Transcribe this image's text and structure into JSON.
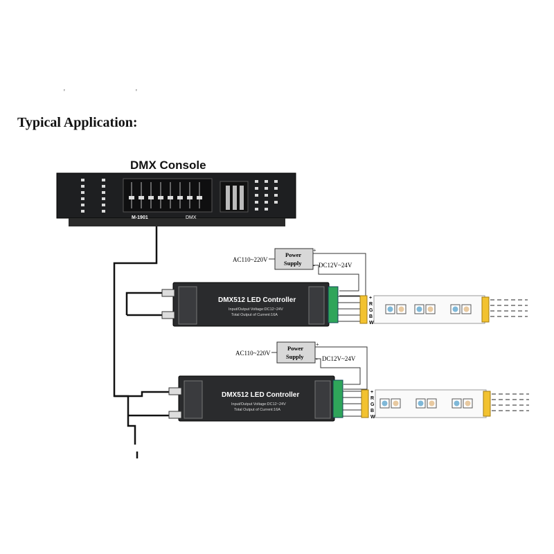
{
  "heading": "Typical Application:",
  "console": {
    "title": "DMX Console",
    "brand": "M-1901",
    "mode": "DMX"
  },
  "controllers": [
    {
      "title": "DMX512 LED Controller",
      "spec_voltage": "Input/Output Voltage:DC12~24V",
      "spec_current": "Total Output of Current:16A",
      "power_supply": {
        "label_line1": "Power",
        "label_line2": "Supply",
        "input": "AC110~220V",
        "output": "DC12V~24V",
        "plus": "+",
        "minus": "-"
      },
      "strip_pins": [
        "+",
        "R",
        "G",
        "B",
        "W"
      ]
    },
    {
      "title": "DMX512 LED Controller",
      "spec_voltage": "Input/Output Voltage:DC12~24V",
      "spec_current": "Total Output of Current:16A",
      "power_supply": {
        "label_line1": "Power",
        "label_line2": "Supply",
        "input": "AC110~220V",
        "output": "DC12V~24V",
        "plus": "+",
        "minus": "-"
      },
      "strip_pins": [
        "+",
        "R",
        "G",
        "B",
        "W"
      ]
    }
  ],
  "colors": {
    "device_body": "#2a2b2d",
    "wire": "#111111",
    "strip_connector": "#f2c230",
    "power_supply_fill": "#d8d8d8"
  }
}
